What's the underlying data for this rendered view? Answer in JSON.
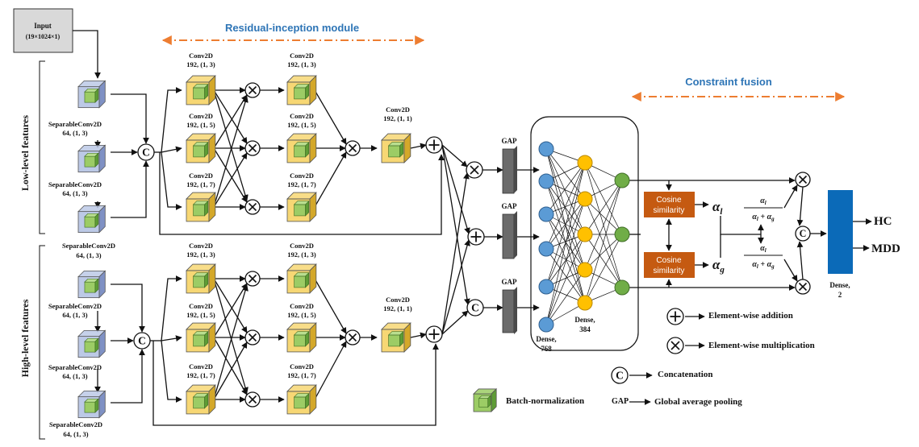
{
  "input": {
    "title": "Input",
    "shape": "(19×1024×1)"
  },
  "titles": {
    "residual": "Residual-inception module",
    "constraint": "Constraint fusion"
  },
  "branches": {
    "low": "Low-level features",
    "high": "High-level features"
  },
  "sep_conv": {
    "name": "SeparableConv2D",
    "params": "64, (1, 3)"
  },
  "conv": {
    "name": "Conv2D",
    "p13": "192, (1, 3)",
    "p15": "192, (1, 5)",
    "p17": "192, (1, 7)",
    "p11": "192, (1, 1)"
  },
  "gap": "GAP",
  "dense": {
    "d768": "Dense,",
    "d768b": "768",
    "d384": "Dense,",
    "d384b": "384",
    "d2": "Dense,",
    "d2b": "2"
  },
  "cosine": {
    "line1": "Cosine",
    "line2": "similarity"
  },
  "alpha": {
    "l": "α",
    "l_sub": "l",
    "g": "α",
    "g_sub": "g"
  },
  "fraction": {
    "num": "α",
    "num_sub": "l",
    "den": "α",
    "den_sub1": "l",
    "plus": " + α",
    "den_sub2": "g"
  },
  "outputs": {
    "hc": "HC",
    "mdd": "MDD"
  },
  "ops": {
    "concat": "C",
    "add": "+",
    "mul": "×"
  },
  "legend": {
    "addition": "Element-wise addition",
    "multiplication": "Element-wise multiplication",
    "concatenation": "Concatenation",
    "bn": "Batch-normalization",
    "gap_key": "GAP",
    "gap": "Global average pooling"
  },
  "colors": {
    "conv_face": "#f7d774",
    "conv_side": "#d4a82a",
    "sep_face": "#bcc9e6",
    "sep_side": "#7f91c4",
    "bn": "#9ccc65",
    "bn_side": "#5e9c35",
    "gap_block": "#6b6b6b",
    "dense768": "#5b9bd5",
    "dense384": "#ffc000",
    "dense2": "#70ad47",
    "cosine": "#c55a11",
    "dense_out": "#0b6ab8",
    "title": "#2e75b6",
    "dash": "#ed7d31"
  }
}
